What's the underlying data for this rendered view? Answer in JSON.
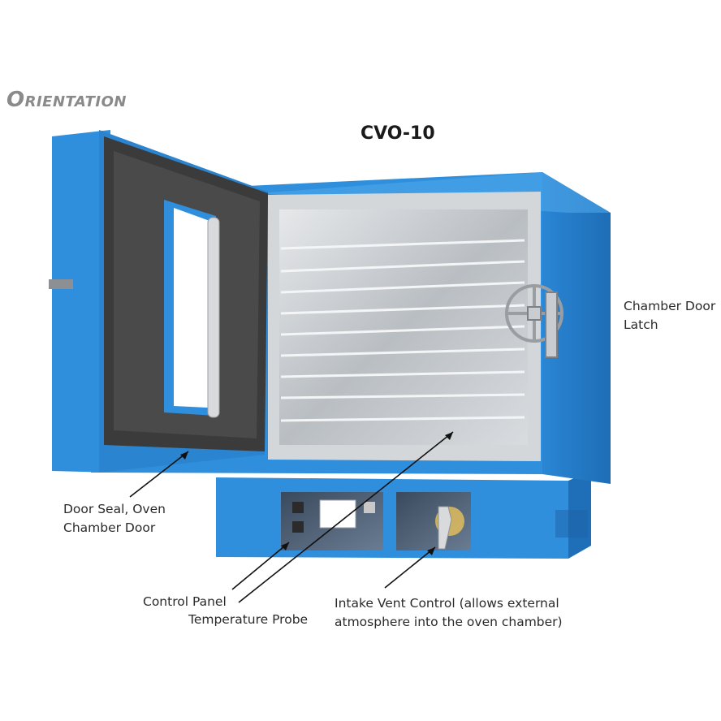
{
  "heading": "Orientation",
  "model": "CVO-10",
  "callouts": {
    "latch": "Chamber Door\nLatch",
    "door_seal": "Door Seal, Oven\nChamber Door",
    "control_panel": "Control Panel",
    "temp_probe": "Temperature Probe",
    "intake_vent": "Intake Vent Control (allows external\natmosphere into the oven chamber)"
  },
  "colors": {
    "body_blue": "#2f8fdc",
    "body_blue_dark": "#1f6fb8",
    "door_gasket": "#3b3b3b",
    "chamber_steel": "#c9cdd1",
    "text": "#2a2a2a"
  }
}
